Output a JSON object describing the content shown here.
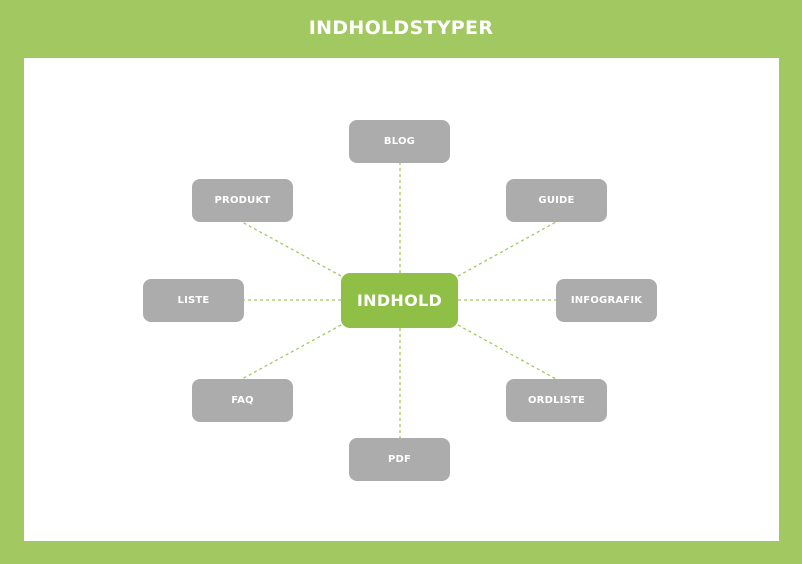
{
  "title": "INDHOLDSTYPER",
  "colors": {
    "frame": "#a2c961",
    "panel": "#ffffff",
    "center_node": "#8fbf45",
    "outer_node": "#acacac",
    "connector": "#a2c961",
    "text": "#ffffff"
  },
  "center": {
    "label": "INDHOLD"
  },
  "nodes": {
    "blog": "BLOG",
    "produkt": "PRODUKT",
    "guide": "GUIDE",
    "liste": "LISTE",
    "infografik": "INFOGRAFIK",
    "faq": "FAQ",
    "ordliste": "ORDLISTE",
    "pdf": "PDF"
  }
}
